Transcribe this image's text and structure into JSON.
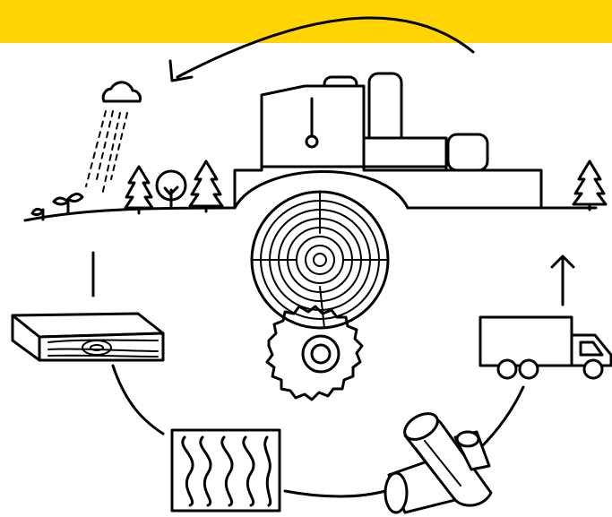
{
  "colors": {
    "banner": "#FFD400",
    "stroke": "#000000",
    "background": "#FFFFFF"
  },
  "diagram": {
    "kind": "wood-lifecycle-cycle",
    "steps": [
      {
        "id": "forest",
        "icon": "forest-growth-icon"
      },
      {
        "id": "sawmill",
        "icon": "sawmill-factory-icon"
      },
      {
        "id": "timber",
        "icon": "timber-plank-icon"
      },
      {
        "id": "insulation",
        "icon": "insulation-panel-icon"
      },
      {
        "id": "logs",
        "icon": "logs-icon"
      },
      {
        "id": "transport",
        "icon": "truck-icon"
      }
    ]
  }
}
